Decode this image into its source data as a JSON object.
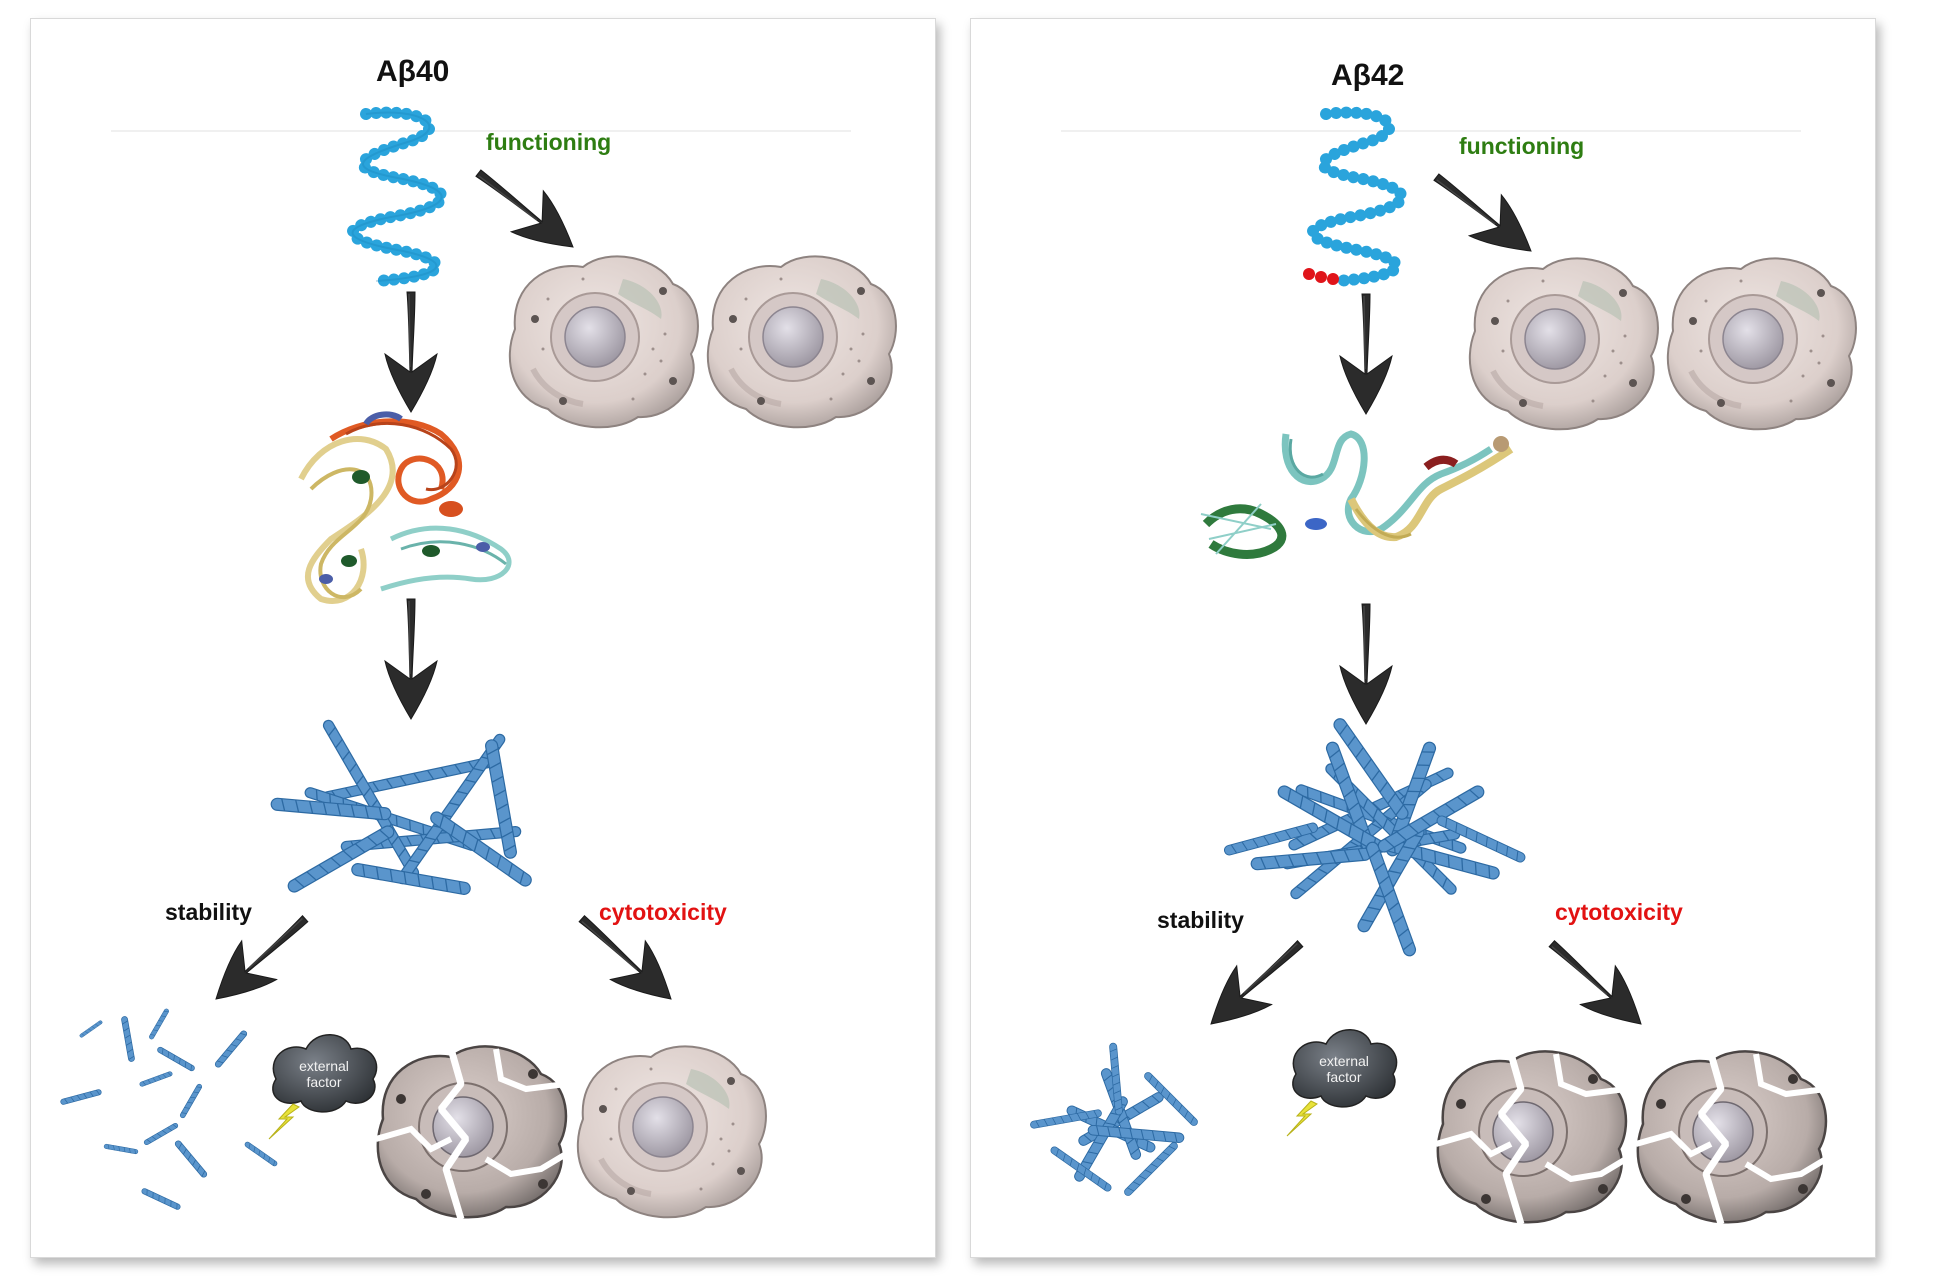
{
  "panels": [
    {
      "title": "Aβ40",
      "labels": {
        "functioning": "functioning",
        "stability": "stability",
        "cytotoxicity": "cytotoxicity"
      },
      "external": {
        "line1": "external",
        "line2": "factor"
      }
    },
    {
      "title": "Aβ42",
      "labels": {
        "functioning": "functioning",
        "stability": "stability",
        "cytotoxicity": "cytotoxicity"
      },
      "external": {
        "line1": "external",
        "line2": "factor"
      }
    }
  ],
  "colors": {
    "peptide": "#2aa4dc",
    "peptide_terminal": "#e0141a",
    "fibril": "#4f8fc8",
    "arrow": "#2b2b2b",
    "cell": "#e6dcd8",
    "cell_damaged": "#c9beb9",
    "nucleus": "#c6c0c8",
    "external_cloud": "#4a4f55",
    "lightning": "#e8e23a"
  }
}
